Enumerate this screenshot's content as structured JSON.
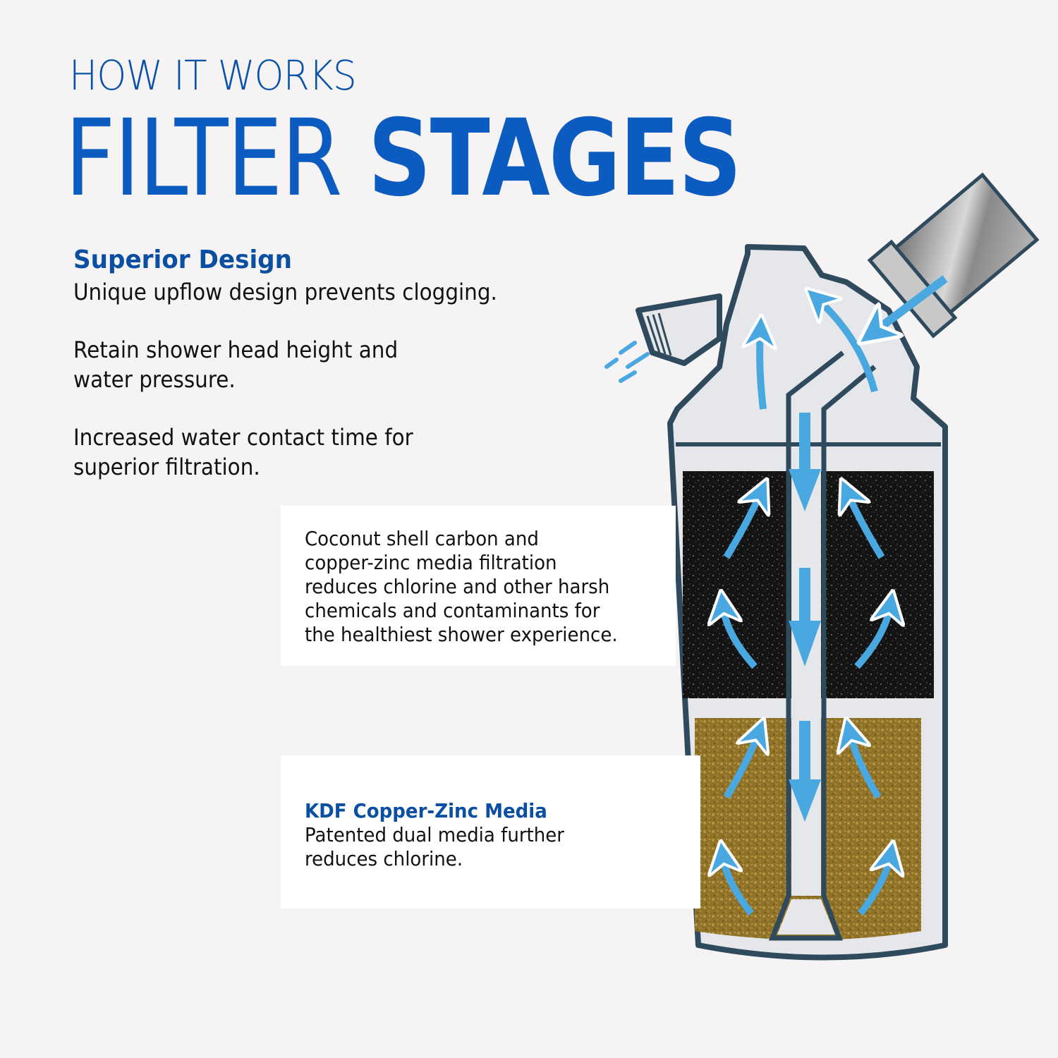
{
  "header": {
    "kicker": "HOW IT WORKS",
    "title_light": "FILTER",
    "title_bold": "STAGES"
  },
  "intro": {
    "heading": "Superior Design",
    "paragraphs": [
      "Unique upflow design prevents clogging.",
      "Retain shower head height and\nwater pressure.",
      "Increased water contact time for\nsuperior filtration."
    ]
  },
  "stages": [
    {
      "heading": "",
      "body": "Coconut shell carbon and\ncopper-zinc media filtration\nreduces chlorine and other harsh\nchemicals and contaminants for\nthe healthiest shower experience."
    },
    {
      "heading": "KDF Copper-Zinc Media",
      "body": "Patented dual media further\nreduces chlorine."
    }
  ],
  "diagram": {
    "icons": [
      "shower-arm-pipe-icon",
      "water-spray-icon",
      "flow-arrow-icon",
      "carbon-media-layer",
      "kdf-media-layer"
    ],
    "colors": {
      "accent": "#0b5bc0",
      "heading_blue": "#0b4fa3",
      "outline": "#2f4a5c",
      "housing_fill": "#e6e7eb",
      "flow_arrow": "#4aa8e0",
      "carbon": "#161616",
      "kdf": "#9a7a2c",
      "background": "#f5f3f4"
    }
  }
}
